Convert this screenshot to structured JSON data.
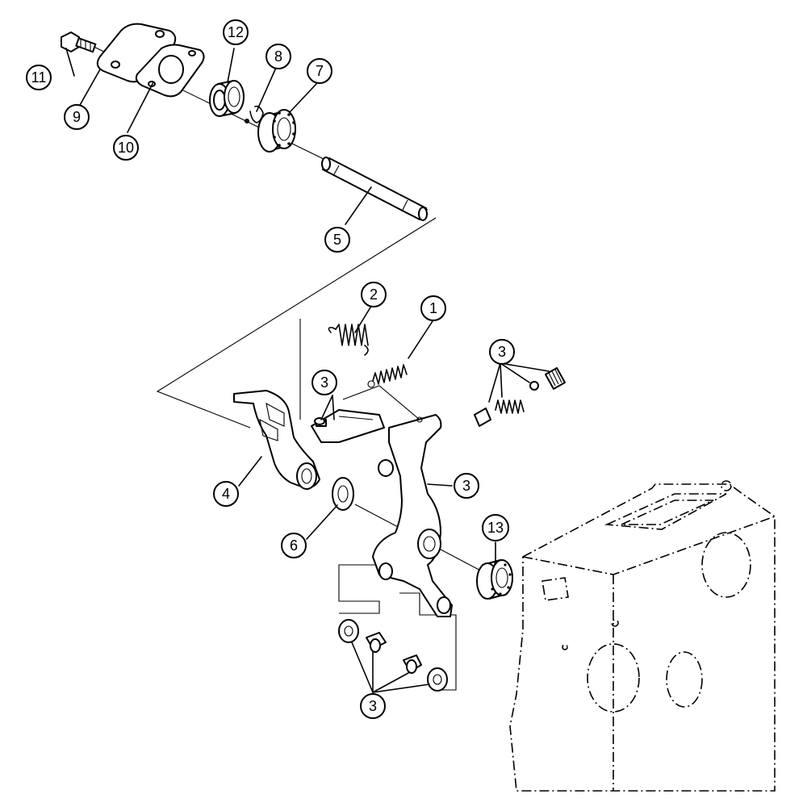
{
  "callouts": {
    "c1": "1",
    "c2": "2",
    "c3_top": "3",
    "c3_right": "3",
    "c3_lever": "3",
    "c3_bottom": "3",
    "c4": "4",
    "c5": "5",
    "c6": "6",
    "c7": "7",
    "c8": "8",
    "c9": "9",
    "c10": "10",
    "c11": "11",
    "c12": "12",
    "c13": "13"
  }
}
